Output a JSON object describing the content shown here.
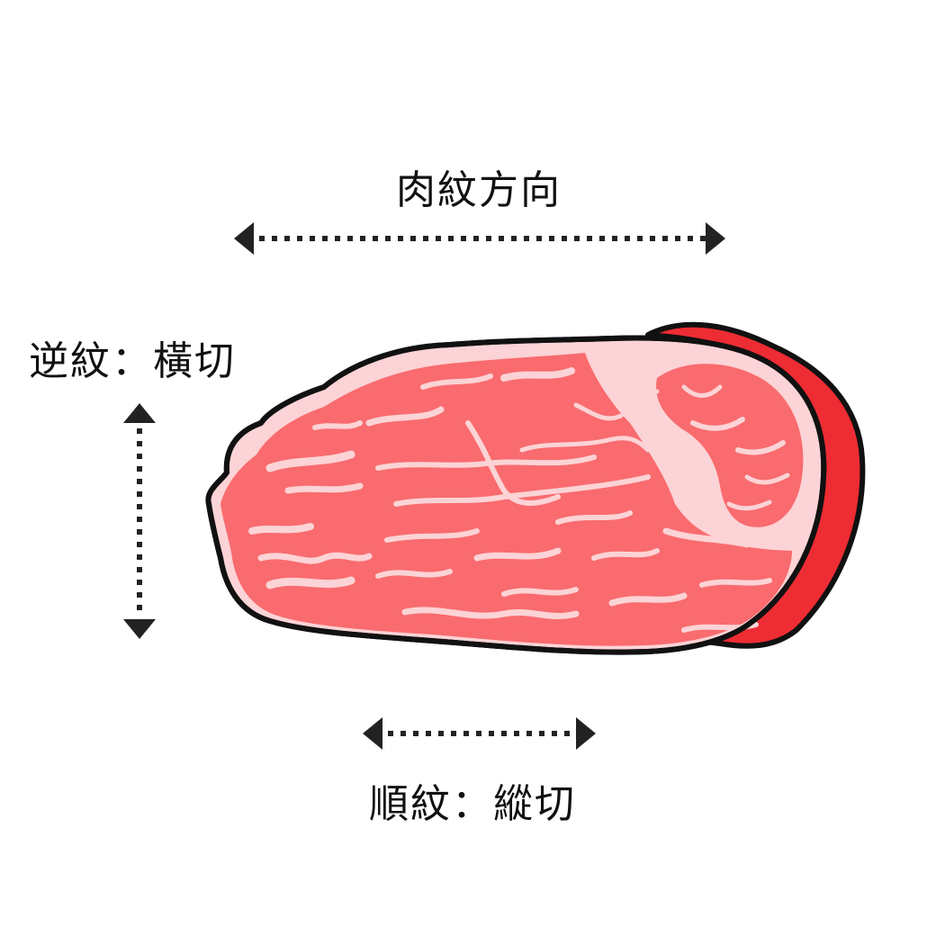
{
  "labels": {
    "grain_direction": "肉紋方向",
    "against_grain": "逆紋：橫切",
    "with_grain": "順紋：縱切"
  },
  "colors": {
    "meat": "#f96b6e",
    "fat": "#fcd3d6",
    "rind": "#ee2c33",
    "outline": "#111111",
    "arrow": "#222222"
  },
  "icons": {
    "meat_slice": "steak-slice-illustration",
    "arrow_horizontal": "double-headed-dotted-arrow",
    "arrow_vertical": "double-headed-dotted-arrow"
  }
}
